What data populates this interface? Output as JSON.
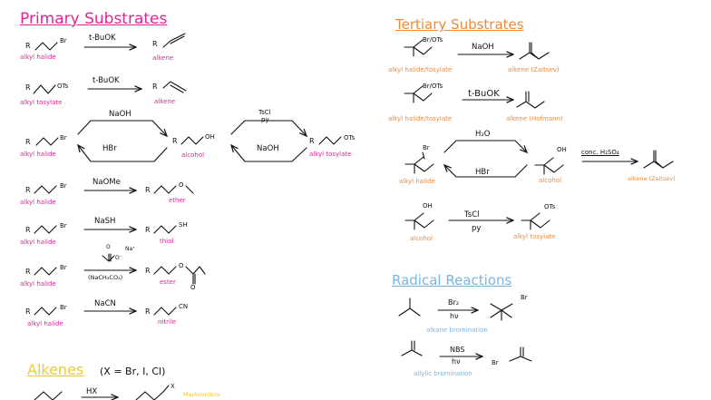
{
  "colors": {
    "pink": "#e0249a",
    "orange": "#ee8a3a",
    "blue": "#7ab5e0",
    "yellow": "#f2c73a",
    "ink": "#111111"
  },
  "headings": {
    "primary": "Primary Substrates",
    "tertiary": "Tertiary Substrates",
    "radical": "Radical Reactions",
    "alkenes": "Alkenes",
    "alkenes_note": "(X = Br, I, Cl)",
    "markovnikov": "Markovnikov"
  },
  "primary": {
    "r1": {
      "reagent": "t-BuOK",
      "left": "alkyl halide",
      "right": "alkene"
    },
    "r2": {
      "reagent": "t-BuOK",
      "left": "alkyl tosylate",
      "right": "alkene"
    },
    "r3": {
      "top_reagent": "NaOH",
      "bottom_reagent": "HBr",
      "left": "alkyl halide",
      "middle": "alcohol",
      "ts_top": "TsCl",
      "ts_py": "py",
      "ts_bottom": "NaOH",
      "right": "alkyl tosylate"
    },
    "r4": {
      "reagent": "NaOMe",
      "left": "alkyl halide",
      "right": "ether"
    },
    "r5": {
      "reagent": "NaSH",
      "left": "alkyl halide",
      "right": "thiol"
    },
    "r6": {
      "reagent_na": "Na⁺",
      "reagent_o": "O⁻",
      "reagent_o2": "O",
      "solvent": "(NaCH₃CO₂)",
      "left": "alkyl halide",
      "right": "ester"
    },
    "r7": {
      "reagent": "NaCN",
      "left": "alkyl halide",
      "right": "nitrile"
    }
  },
  "tertiary": {
    "r1": {
      "reagent": "NaOH",
      "left": "alkyl halide/tosylate",
      "right": "alkene (Zaitsev)"
    },
    "r2": {
      "reagent": "t-BuOK",
      "left": "alkyl halide/tosylate",
      "right": "alkene (Hofmann)"
    },
    "r3": {
      "top_reagent": "H₂O",
      "bottom_reagent": "HBr",
      "left": "alkyl halide",
      "middle": "alcohol",
      "far_reagent": "conc. H₂SO₄",
      "right": "alkene (Zaitsev)"
    },
    "r4": {
      "reagent_top": "TsCl",
      "reagent_bottom": "py",
      "left": "alcohol",
      "right": "alkyl tosylate"
    }
  },
  "radical": {
    "r1": {
      "reagent_top": "Br₂",
      "reagent_bottom": "hν",
      "label": "alkane bromination"
    },
    "r2": {
      "reagent_top": "NBS",
      "reagent_bottom": "hν",
      "label": "allylic bromination"
    }
  },
  "alkenes": {
    "reagent": "HX"
  },
  "atoms": {
    "R": "R",
    "Br": "Br",
    "OTs": "OTs",
    "OH": "OH",
    "O": "O",
    "SH": "SH",
    "CN": "CN",
    "X": "X",
    "BrOTs": "Br/OTs"
  }
}
